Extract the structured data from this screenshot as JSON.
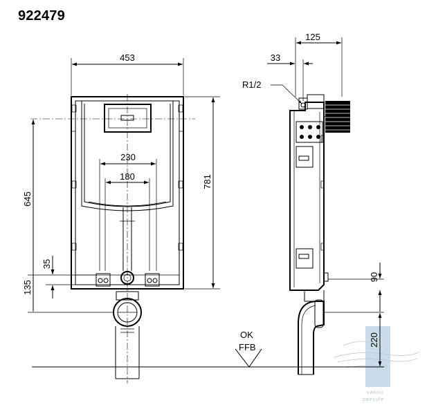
{
  "title": "922479",
  "front_view": {
    "width_label": "453",
    "inner_230_label": "230",
    "inner_180_label": "180",
    "height_645_label": "645",
    "height_781_label": "781",
    "dim_35_label": "35",
    "dim_135_label": "135"
  },
  "side_view": {
    "dim_125_label": "125",
    "dim_33_label": "33",
    "thread_label": "R1/2",
    "dim_90_label": "90",
    "dim_220_label": "220",
    "floor_label_line1": "OK",
    "floor_label_line2": "FFB"
  },
  "watermark": {
    "line1": "vannu",
    "line2": "paesule",
    "accent_color": "#c9dcea"
  }
}
